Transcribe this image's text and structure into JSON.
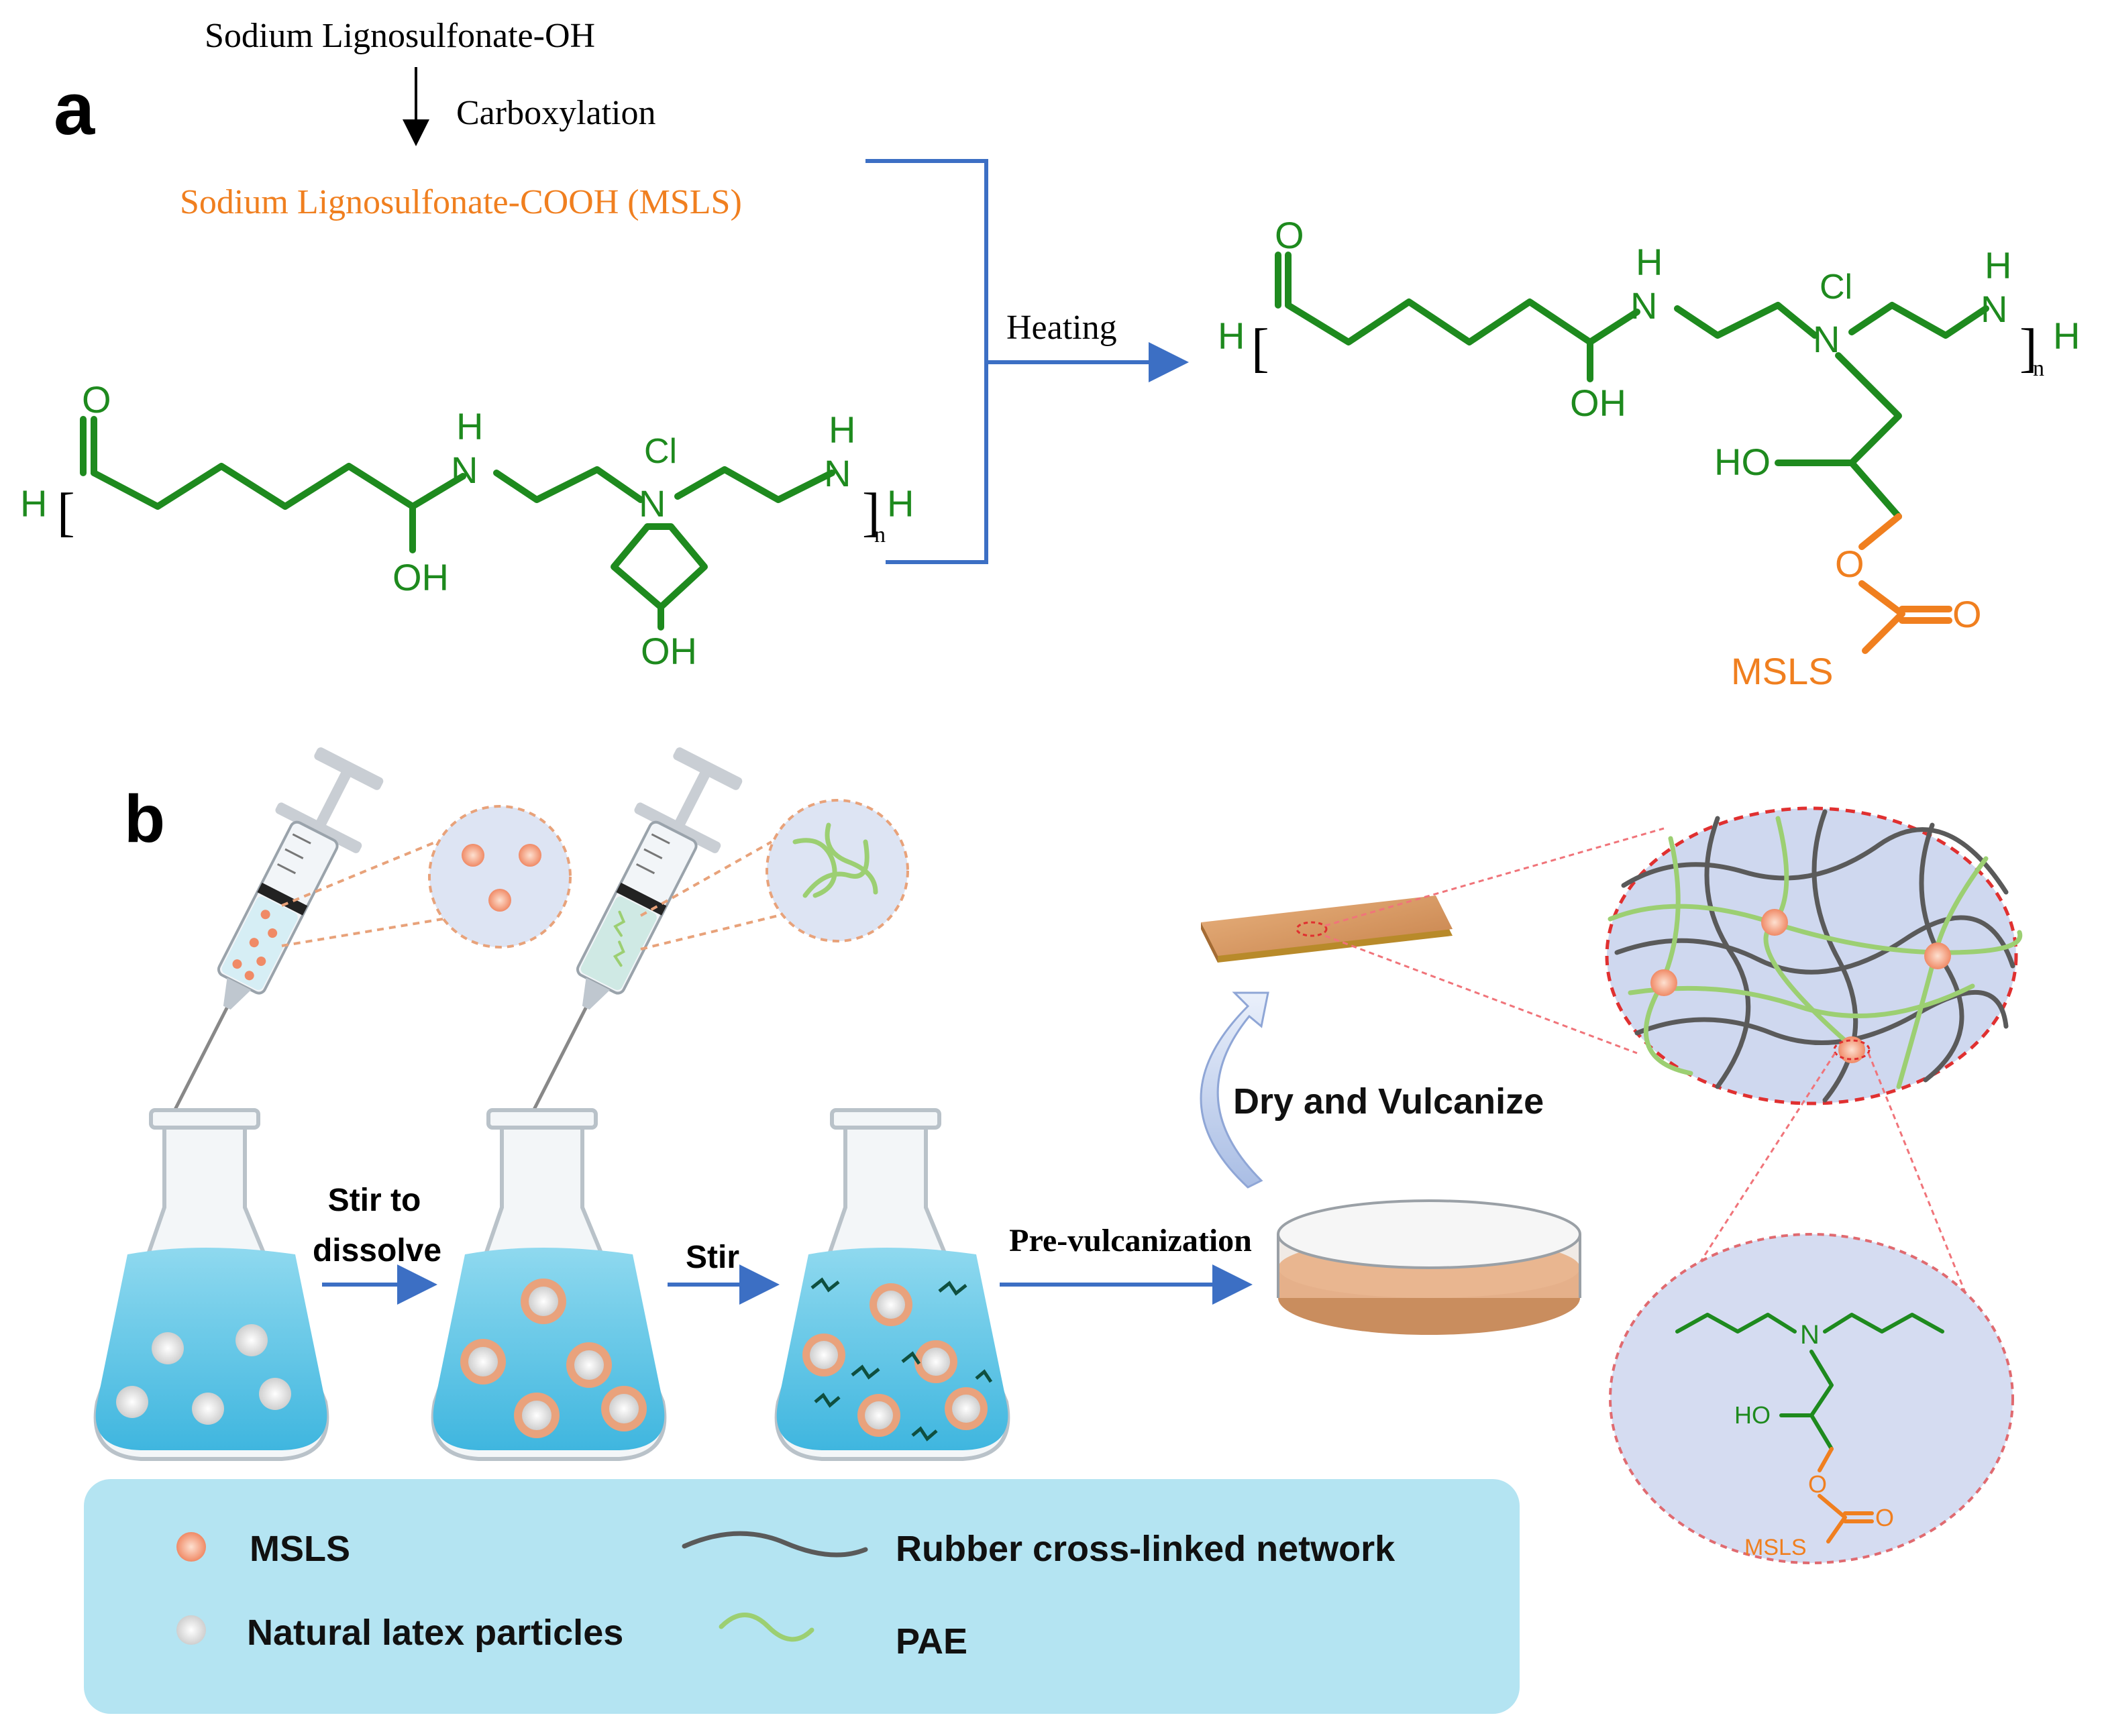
{
  "panel_a": {
    "label": "a",
    "start": "Sodium Lignosulfonate-OH",
    "step": "Carboxylation",
    "product": "Sodium Lignosulfonate-COOH (MSLS)",
    "condition": "Heating",
    "atoms": {
      "H": "H",
      "O": "O",
      "OH": "OH",
      "HO": "HO",
      "N": "N",
      "NH_H": "H",
      "Cl": "Cl",
      "n": "n",
      "MSLS": "MSLS"
    }
  },
  "panel_b": {
    "label": "b",
    "step1": [
      "Stir to",
      "dissolve"
    ],
    "step2": "Stir",
    "step3": "Pre-vulcanization",
    "step4": "Dry and Vulcanize",
    "inset_atoms": {
      "HO": "HO",
      "N": "N",
      "O": "O",
      "MSLS": "MSLS"
    }
  },
  "legend": {
    "msls": "MSLS",
    "latex": "Natural latex particles",
    "rubber": "Rubber cross-linked network",
    "pae": "PAE"
  },
  "colors": {
    "structure_green": "#1e8a1e",
    "msls_orange": "#f07f1f",
    "arrow_blue": "#3c6fc4",
    "liquid": "#5ec6e6",
    "legend_bg": "#b4e4f2"
  }
}
